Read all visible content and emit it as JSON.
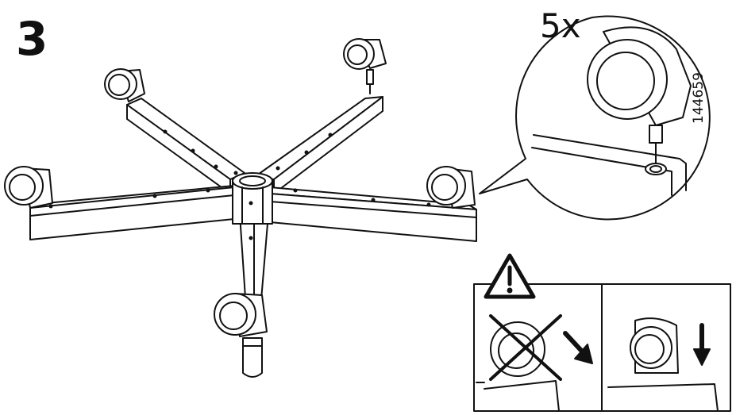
{
  "step": {
    "number": "3"
  },
  "detail": {
    "quantity": "5x",
    "part_number": "144659"
  },
  "warning": {
    "icon": "warning-triangle-icon",
    "wrong_mark": "x-cross-icon",
    "correct_arrow": "arrow-down-icon",
    "wrong_arrow": "arrow-diagonal-icon"
  }
}
